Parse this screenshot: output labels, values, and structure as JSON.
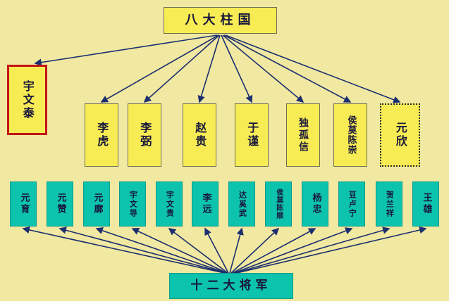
{
  "chart": {
    "root": {
      "label": "八大柱国"
    },
    "leader": {
      "label": "宇文泰"
    },
    "pillars": [
      {
        "label": "李虎"
      },
      {
        "label": "李弼"
      },
      {
        "label": "赵贵"
      },
      {
        "label": "于谨"
      },
      {
        "label": "独孤信"
      },
      {
        "label": "侯莫陈崇"
      },
      {
        "label": "元欣"
      }
    ],
    "generals_root": {
      "label": "十二大将军"
    },
    "generals": [
      {
        "label": "元育"
      },
      {
        "label": "元赞"
      },
      {
        "label": "元廓"
      },
      {
        "label": "宇文导"
      },
      {
        "label": "宇文贵"
      },
      {
        "label": "李远"
      },
      {
        "label": "达奚武"
      },
      {
        "label": "侯莫陈顺"
      },
      {
        "label": "杨忠"
      },
      {
        "label": "豆卢宁"
      },
      {
        "label": "贺兰祥"
      },
      {
        "label": "王雄"
      }
    ],
    "colors": {
      "background": "#f1e8a2",
      "pillar_box": "#f8ec55",
      "general_box": "#0cc3ad",
      "arrow": "#1b2f6e",
      "leader_border": "#c41414"
    }
  }
}
